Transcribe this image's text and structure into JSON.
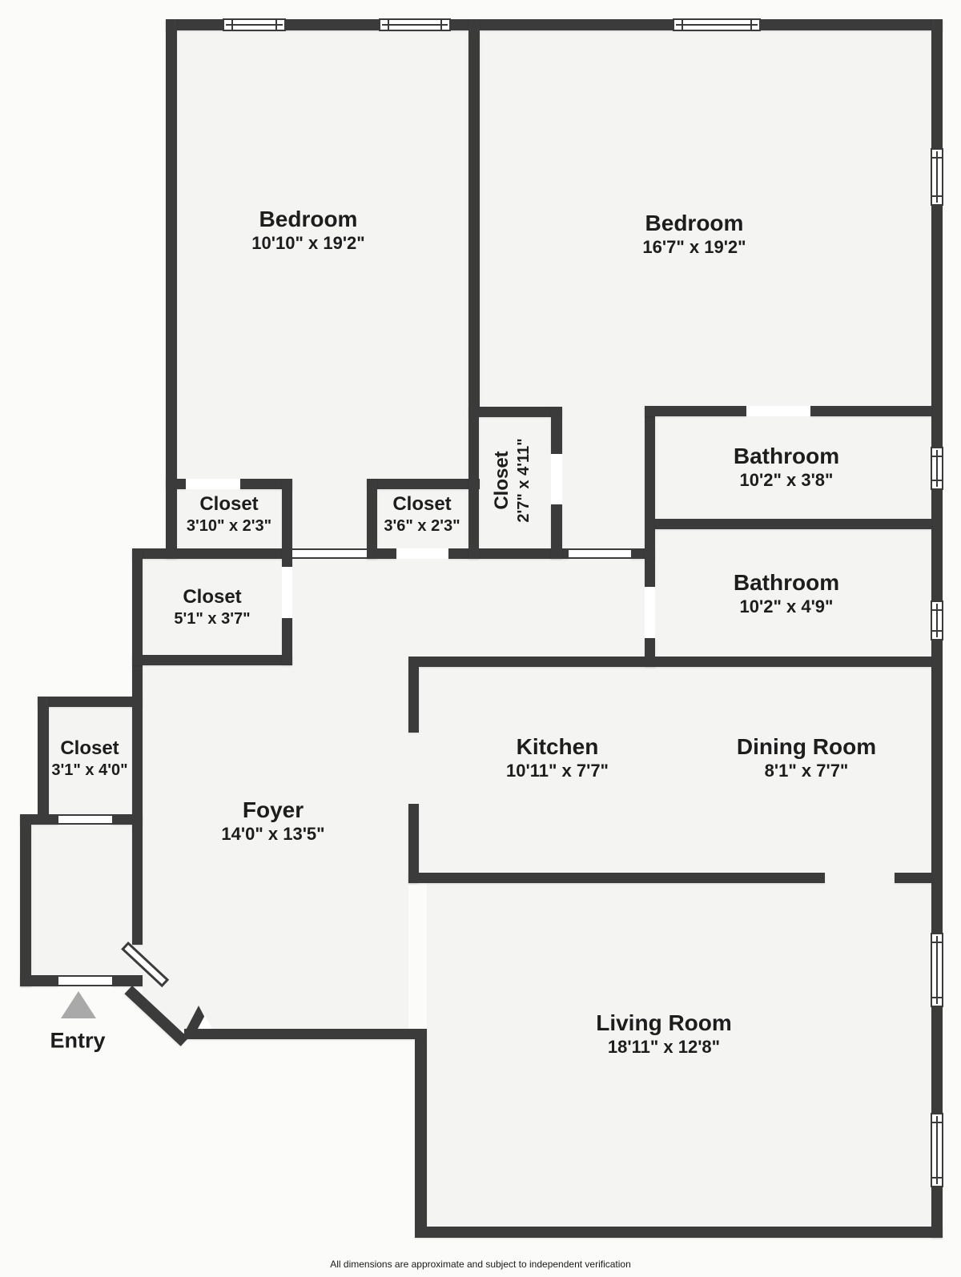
{
  "rooms": [
    {
      "id": "bedroom-left",
      "name": "Bedroom",
      "dims": "10'10\" x 19'2\""
    },
    {
      "id": "bedroom-right",
      "name": "Bedroom",
      "dims": "16'7\" x 19'2\""
    },
    {
      "id": "bathroom-upper",
      "name": "Bathroom",
      "dims": "10'2\" x 3'8\""
    },
    {
      "id": "bathroom-lower",
      "name": "Bathroom",
      "dims": "10'2\" x 4'9\""
    },
    {
      "id": "closet-a",
      "name": "Closet",
      "dims": "3'10\" x 2'3\""
    },
    {
      "id": "closet-b",
      "name": "Closet",
      "dims": "3'6\" x 2'3\""
    },
    {
      "id": "closet-c",
      "name": "Closet",
      "dims": "2'7\" x 4'11\""
    },
    {
      "id": "closet-d",
      "name": "Closet",
      "dims": "5'1\" x 3'7\""
    },
    {
      "id": "closet-e",
      "name": "Closet",
      "dims": "3'1\" x 4'0\""
    },
    {
      "id": "foyer",
      "name": "Foyer",
      "dims": "14'0\" x 13'5\""
    },
    {
      "id": "kitchen",
      "name": "Kitchen",
      "dims": "10'11\" x 7'7\""
    },
    {
      "id": "dining",
      "name": "Dining Room",
      "dims": "8'1\" x 7'7\""
    },
    {
      "id": "living",
      "name": "Living Room",
      "dims": "18'11\" x 12'8\""
    }
  ],
  "entry": {
    "label": "Entry"
  },
  "footer": {
    "disclaimer": "All dimensions are approximate and subject to independent verification"
  },
  "colors": {
    "wall": "#3b3b3b",
    "floor": "#f4f4f3",
    "background": "#fbfbfa",
    "entry_arrow": "#a9a9a9"
  }
}
